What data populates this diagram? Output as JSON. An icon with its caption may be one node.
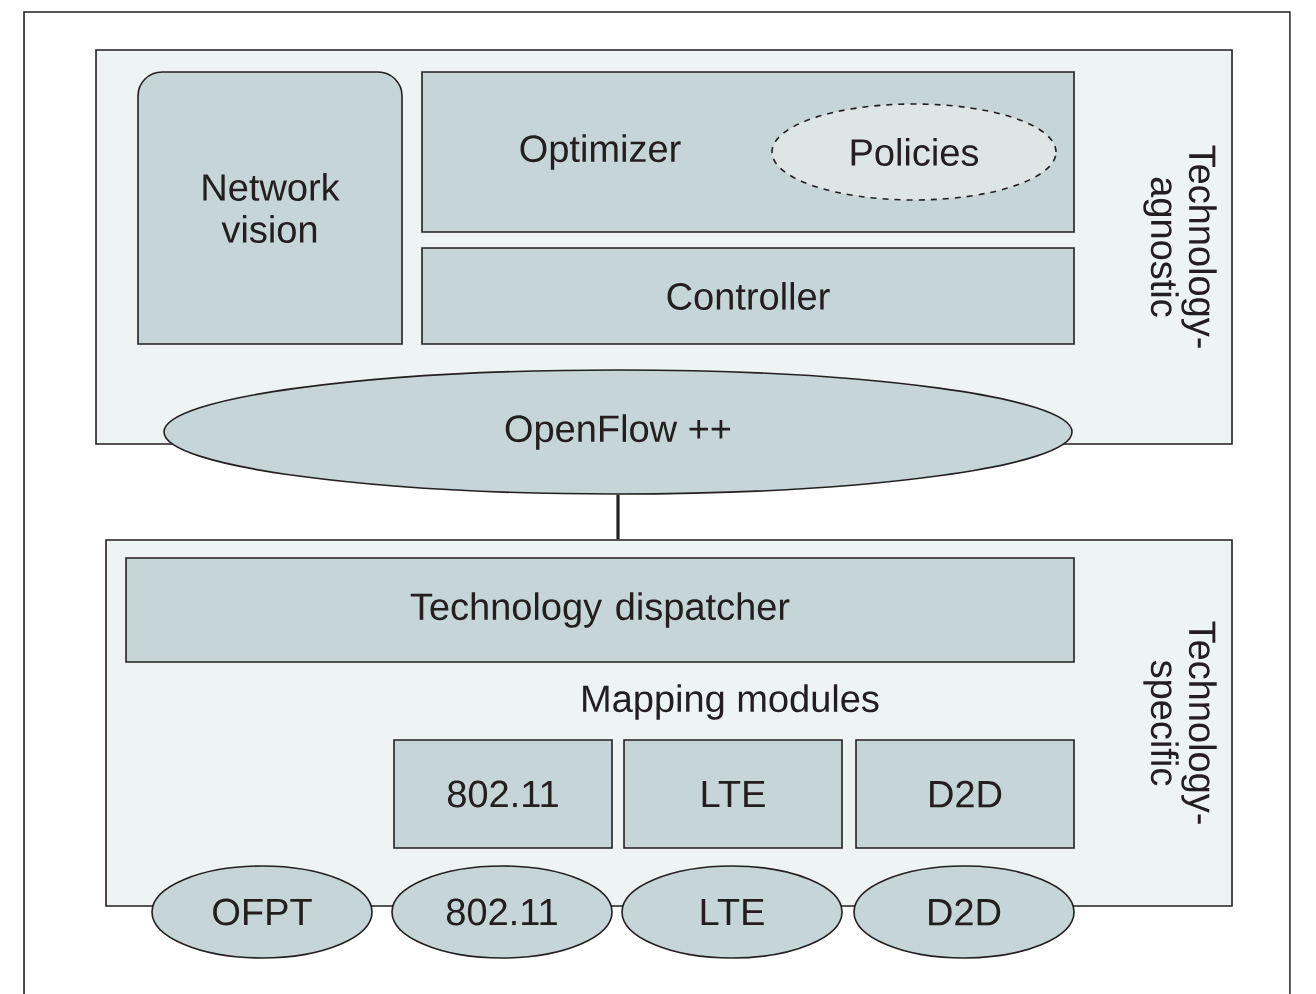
{
  "diagram": {
    "nodes": [
      {
        "text": [
          "Technology- agnostic"
        ]
      },
      {
        "text": [
          "Network vision"
        ],
        "in": 0
      },
      {
        "text": [
          "Optimizer"
        ],
        "in": 0
      },
      {
        "text": [
          "Policies"
        ],
        "in": 2
      },
      {
        "text": [
          "Controller"
        ],
        "in": 0
      },
      {
        "text": [
          "OpenFlow ++"
        ]
      },
      {
        "text": [
          "Technology- specific"
        ]
      },
      {
        "text": [
          "Technology dispatcher"
        ],
        "in": 6
      },
      {
        "text": [
          "802.11"
        ],
        "in": 6
      },
      {
        "text": [
          "LTE"
        ],
        "in": 6
      },
      {
        "text": [
          "D2D"
        ],
        "in": 6
      },
      {
        "text": [
          "OFPT"
        ]
      },
      {
        "text": [
          "802.11"
        ]
      },
      {
        "text": [
          "LTE"
        ]
      },
      {
        "text": [
          "D2D"
        ]
      }
    ],
    "edges": [
      {
        "from": 5,
        "to": 6,
        "arrow": "none"
      }
    ],
    "labels": [
      "Mapping modules"
    ]
  }
}
